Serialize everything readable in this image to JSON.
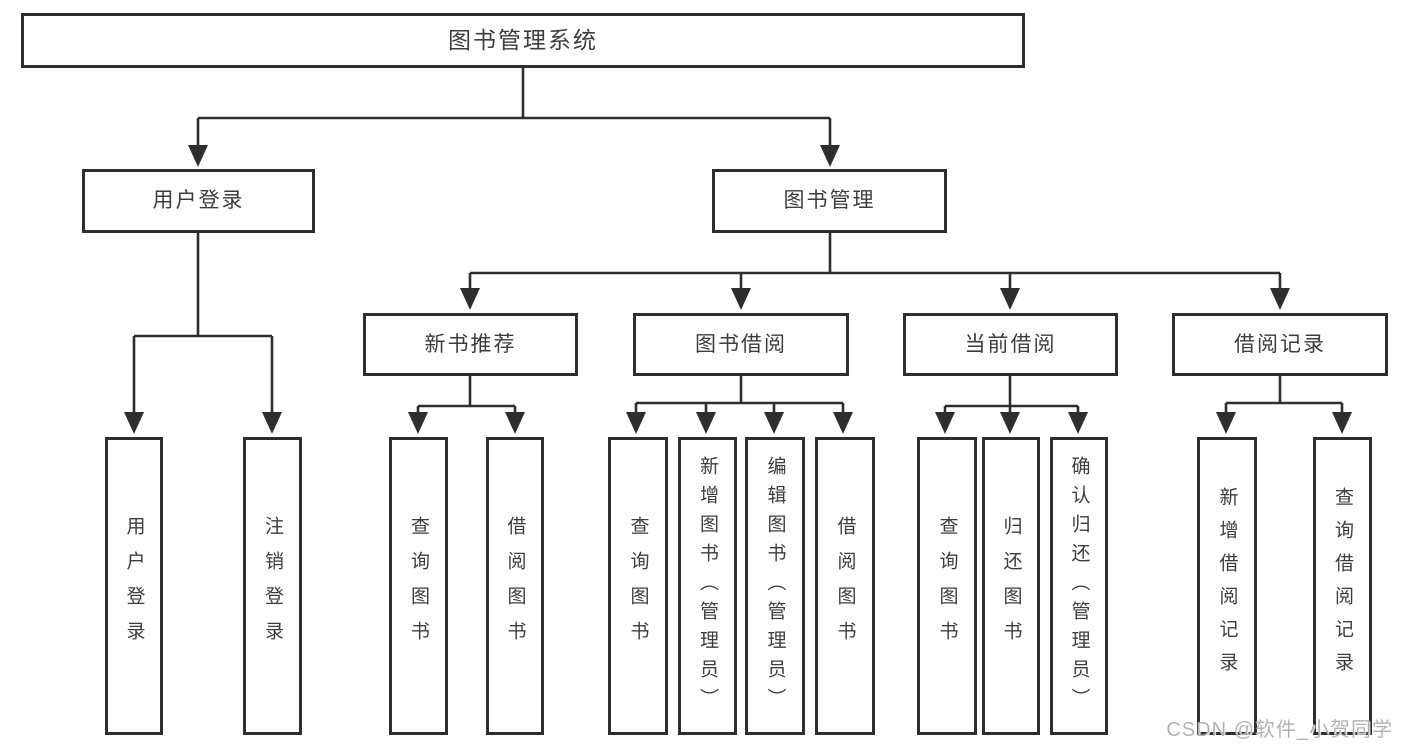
{
  "diagram": {
    "root": {
      "label": "图书管理系统"
    },
    "branches": [
      {
        "label": "用户登录",
        "children": [
          {
            "label": "用户登录"
          },
          {
            "label": "注销登录"
          }
        ]
      },
      {
        "label": "图书管理",
        "children": [
          {
            "label": "新书推荐",
            "children": [
              {
                "label": "查询图书"
              },
              {
                "label": "借阅图书"
              }
            ]
          },
          {
            "label": "图书借阅",
            "children": [
              {
                "label": "查询图书"
              },
              {
                "label": "新增图书（管理员）"
              },
              {
                "label": "编辑图书（管理员）"
              },
              {
                "label": "借阅图书"
              }
            ]
          },
          {
            "label": "当前借阅",
            "children": [
              {
                "label": "查询图书"
              },
              {
                "label": "归还图书"
              },
              {
                "label": "确认归还（管理员）"
              }
            ]
          },
          {
            "label": "借阅记录",
            "children": [
              {
                "label": "新增借阅记录"
              },
              {
                "label": "查询借阅记录"
              }
            ]
          }
        ]
      }
    ],
    "watermark": "CSDN @软件_小贺同学",
    "colors": {
      "background": "#ffffff",
      "border": "#2e2e2e",
      "line": "#2e2e2e",
      "text": "#3d3d3d",
      "watermark": "#b2b2b2"
    }
  }
}
